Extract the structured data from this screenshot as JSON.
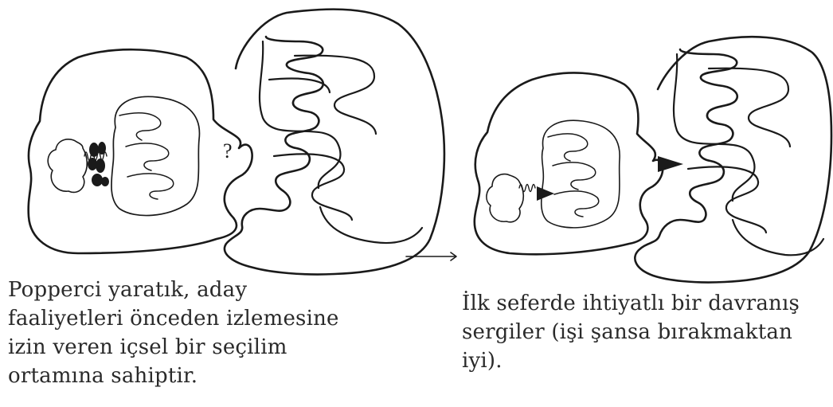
{
  "figure": {
    "question_mark": "?",
    "colors": {
      "ink": "#1a1a1a",
      "paper": "#ffffff",
      "text": "#2a2a2a"
    }
  },
  "captions": {
    "left": [
      "Popperci yaratık, aday",
      "faaliyetleri önceden izlemesine",
      "izin veren içsel bir seçilim",
      "ortamına sahiptir."
    ],
    "right": [
      "İlk seferde ihtiyatlı bir davranış",
      "sergiler (işi şansa bırakmaktan",
      "iyi)."
    ]
  }
}
